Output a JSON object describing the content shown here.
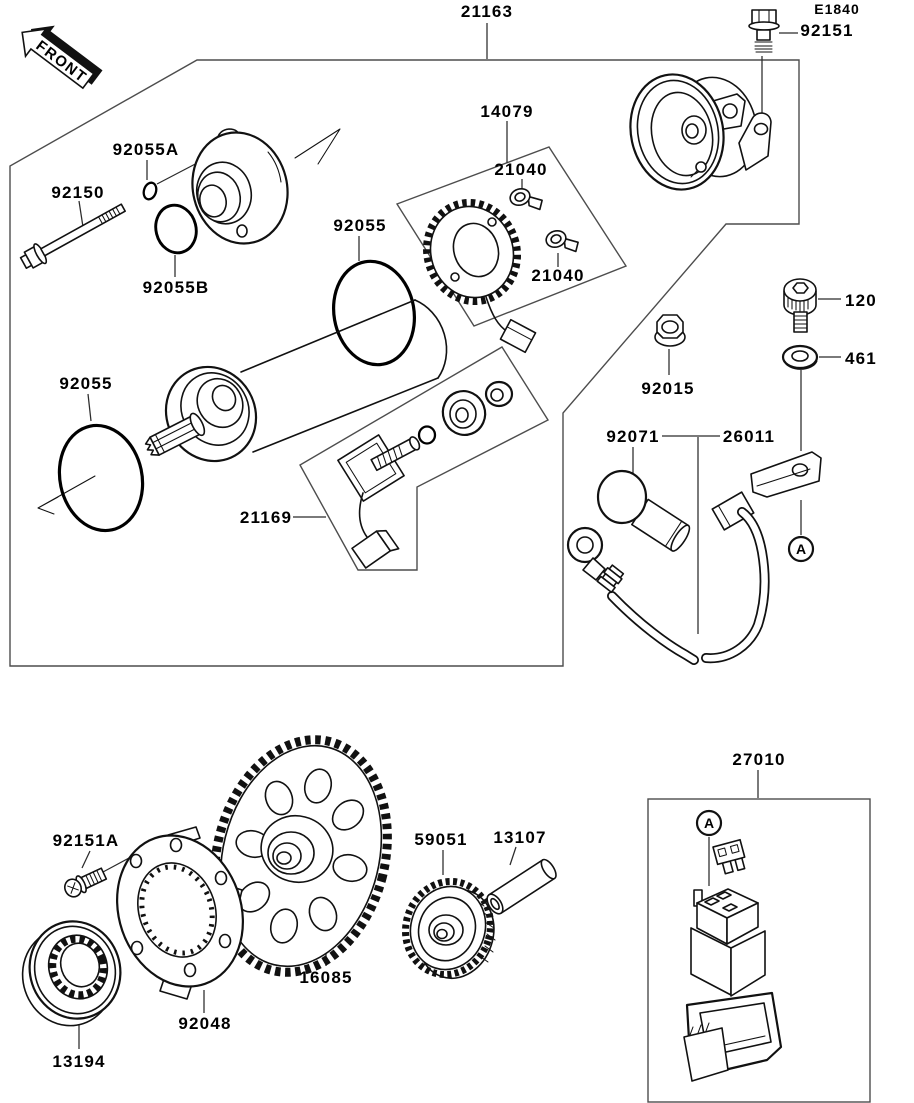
{
  "meta": {
    "page_code": "E1840",
    "front_label": "FRONT",
    "detail_ref": "A"
  },
  "parts": {
    "21163": "21163",
    "92151": "92151",
    "14079": "14079",
    "21040": "21040",
    "92055A": "92055A",
    "92150": "92150",
    "92055": "92055",
    "92055B": "92055B",
    "21169": "21169",
    "92015": "92015",
    "120": "120",
    "461": "461",
    "92071": "92071",
    "26011": "26011",
    "27010": "27010",
    "92151A": "92151A",
    "13194": "13194",
    "92048": "92048",
    "16085": "16085",
    "59051": "59051",
    "13107": "13107"
  }
}
